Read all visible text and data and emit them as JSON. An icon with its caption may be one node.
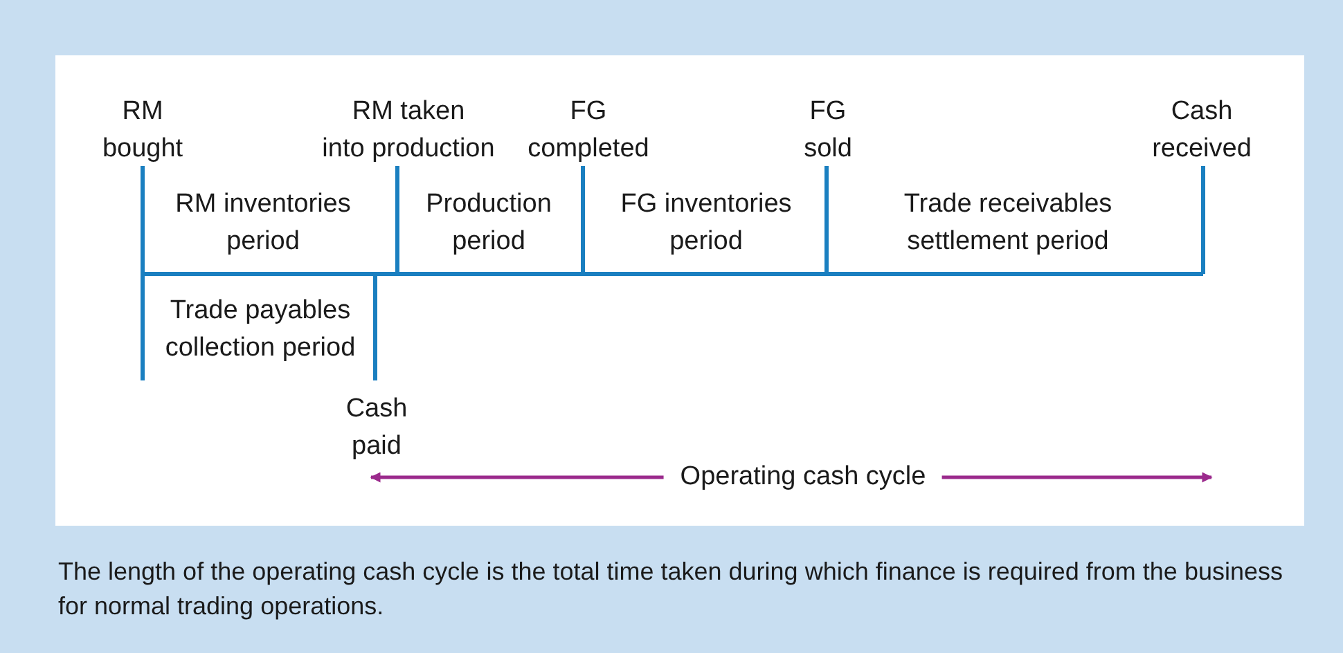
{
  "diagram": {
    "caption": "The length of the operating cash cycle is the total time taken during which finance is required from the business for normal trading operations.",
    "labels": [
      "RM bought",
      "RM taken into production",
      "FG completed",
      "FG sold",
      "Cash received",
      "RM inventories period",
      "Production period",
      "FG inventories period",
      "Trade receivables settlement period",
      "Trade payables collection period",
      "Cash paid",
      "Operating cash cycle"
    ]
  }
}
